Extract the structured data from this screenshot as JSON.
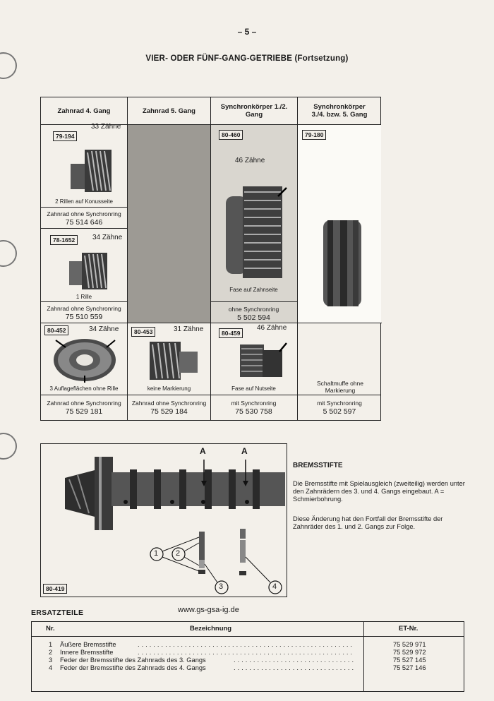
{
  "page_number": "– 5 –",
  "title": "VIER- ODER FÜNF-GANG-GETRIEBE (Fortsetzung)",
  "table": {
    "headers": [
      "Zahnrad 4. Gang",
      "Zahnrad 5. Gang",
      "Synchronkörper 1./2. Gang",
      "Synchronkörper 3./4. bzw. 5. Gang"
    ],
    "col1": {
      "c1": {
        "code": "79-194",
        "teeth": "33 Zähne",
        "caption": "2 Rillen auf Konusseite",
        "label": "Zahnrad ohne Synchronring",
        "part": "75 514 646"
      },
      "c2": {
        "code": "78-1652",
        "teeth": "34 Zähne",
        "caption": "1 Rille",
        "label": "Zahnrad ohne Synchronring",
        "part": "75 510 559"
      },
      "c3": {
        "code": "80-452",
        "teeth": "34 Zähne",
        "caption": "3 Auflageflächen ohne Rille",
        "label": "Zahnrad ohne Synchronring",
        "part": "75 529 181"
      }
    },
    "col2": {
      "c3": {
        "code": "80-453",
        "teeth": "31 Zähne",
        "caption": "keine Markierung",
        "label": "Zahnrad ohne Synchronring",
        "part": "75 529 184"
      }
    },
    "col3": {
      "c1": {
        "code": "80-460",
        "teeth": "46 Zähne",
        "caption": "Fase auf Zahnseite",
        "label": "ohne Synchronring",
        "part": "5 502 594"
      },
      "c3": {
        "code": "80-459",
        "teeth": "46 Zähne",
        "caption": "Fase auf Nutseite",
        "label": "mit Synchronring",
        "part": "75 530 758"
      }
    },
    "col4": {
      "code": "79-180",
      "caption": "Schaltmuffe ohne Markierung",
      "label": "mit Synchronring",
      "part": "5 502 597"
    }
  },
  "figure": {
    "code": "80-419",
    "marker_a": "A",
    "callouts": [
      "1",
      "2",
      "3",
      "4"
    ]
  },
  "bremsstifte": {
    "heading": "BREMSSTIFTE",
    "para1": "Die Bremsstifte mit Spielausgleich (zweiteilig) werden unter den Zahnrädern des 3. und 4. Gangs eingebaut. A = Schmierbohrung.",
    "para2": "Diese Änderung hat den Fortfall der Bremsstifte der Zahnräder des 1. und 2. Gangs zur Folge."
  },
  "url": "www.gs-gsa-ig.de",
  "ersatzteile": {
    "heading": "ERSATZTEILE",
    "col_nr": "Nr.",
    "col_bez": "Bezeichnung",
    "col_et": "ET-Nr.",
    "rows": [
      {
        "nr": "1",
        "bez": "Äußere Bremsstifte",
        "et": "75 529 971"
      },
      {
        "nr": "2",
        "bez": "Innere Bremsstifte",
        "et": "75 529 972"
      },
      {
        "nr": "3",
        "bez": "Feder der Bremsstifte des Zahnrads des 3. Gangs",
        "et": "75 527 145"
      },
      {
        "nr": "4",
        "bez": "Feder der Bremsstifte des Zahnrads des 4. Gangs",
        "et": "75 527 146"
      }
    ]
  }
}
